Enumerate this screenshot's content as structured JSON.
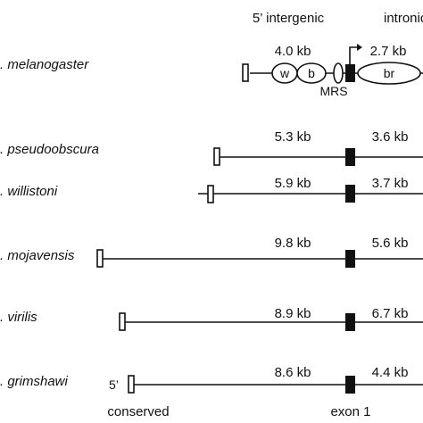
{
  "headers": {
    "intergenic": "5’ intergenic",
    "intronic": "intronic"
  },
  "species": [
    {
      "name": ". melanogaster",
      "intergenic_kb": "4.0 kb",
      "intronic_kb": "2.7 kb"
    },
    {
      "name": ". pseudoobscura",
      "intergenic_kb": "5.3 kb",
      "intronic_kb": "3.6 kb"
    },
    {
      "name": ". willistoni",
      "intergenic_kb": "5.9 kb",
      "intronic_kb": "3.7 kb"
    },
    {
      "name": ". mojavensis",
      "intergenic_kb": "9.8 kb",
      "intronic_kb": "5.6 kb"
    },
    {
      "name": ". virilis",
      "intergenic_kb": "8.9 kb",
      "intronic_kb": "6.7 kb"
    },
    {
      "name": ". grimshawi",
      "intergenic_kb": "8.6 kb",
      "intronic_kb": "4.4 kb"
    }
  ],
  "elements": {
    "w": "w",
    "b": "b",
    "br": "br",
    "mrs": "MRS"
  },
  "labels": {
    "five_prime": "5’",
    "conserved": "conserved",
    "exon1": "exon 1"
  }
}
